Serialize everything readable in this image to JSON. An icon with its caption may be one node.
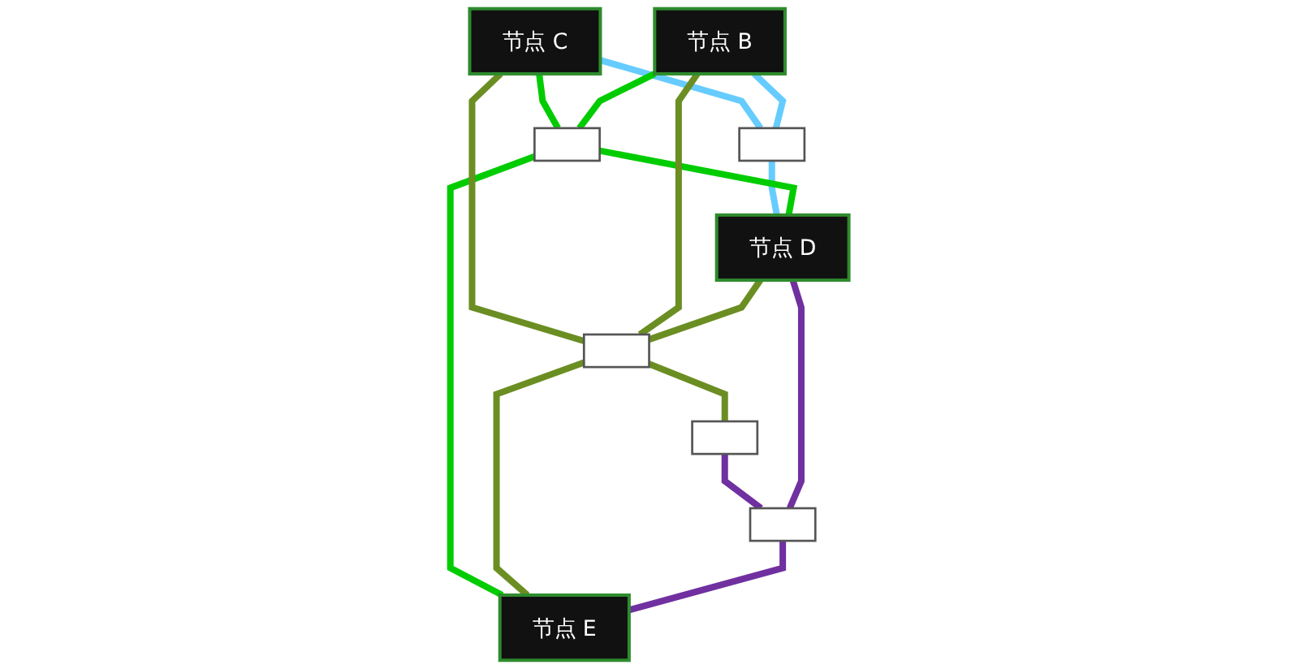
{
  "diagram": {
    "nodes": [
      {
        "text": [
          "节点 C"
        ]
      },
      {
        "text": [],
        "shape": "box"
      },
      {
        "text": [
          "节点 D"
        ]
      },
      {
        "text": [],
        "shape": "box"
      },
      {
        "text": [
          "节点 B"
        ]
      },
      {
        "text": [],
        "shape": "box"
      },
      {
        "text": [
          "节点 E"
        ]
      },
      {
        "text": [],
        "shape": "box"
      },
      {
        "text": [],
        "shape": "box"
      }
    ],
    "edges": [
      {
        "from": 0,
        "to": 1,
        "arrow": "none",
        "color": "#66ccff"
      },
      {
        "from": 4,
        "to": 1,
        "arrow": "none",
        "color": "#66ccff"
      },
      {
        "from": 1,
        "to": 2,
        "arrow": "none",
        "color": "#66ccff"
      },
      {
        "from": 0,
        "to": 3,
        "arrow": "none",
        "color": "#00cc00"
      },
      {
        "from": 4,
        "to": 3,
        "arrow": "none",
        "color": "#00cc00"
      },
      {
        "from": 3,
        "to": 2,
        "arrow": "none",
        "color": "#00cc00"
      },
      {
        "from": 3,
        "to": 6,
        "arrow": "none",
        "color": "#00cc00"
      },
      {
        "from": 0,
        "to": 5,
        "arrow": "none"
      },
      {
        "from": 4,
        "to": 5,
        "arrow": "none"
      },
      {
        "from": 2,
        "to": 5,
        "arrow": "none"
      },
      {
        "from": 5,
        "to": 6,
        "arrow": "none"
      },
      {
        "from": 5,
        "to": 7,
        "arrow": "none"
      },
      {
        "from": 7,
        "to": 8,
        "arrow": "none",
        "color": "#7030a0"
      },
      {
        "from": 8,
        "to": 2,
        "arrow": "none",
        "color": "#7030a0"
      },
      {
        "from": 8,
        "to": 6,
        "arrow": "none",
        "color": "#7030a0"
      }
    ]
  }
}
